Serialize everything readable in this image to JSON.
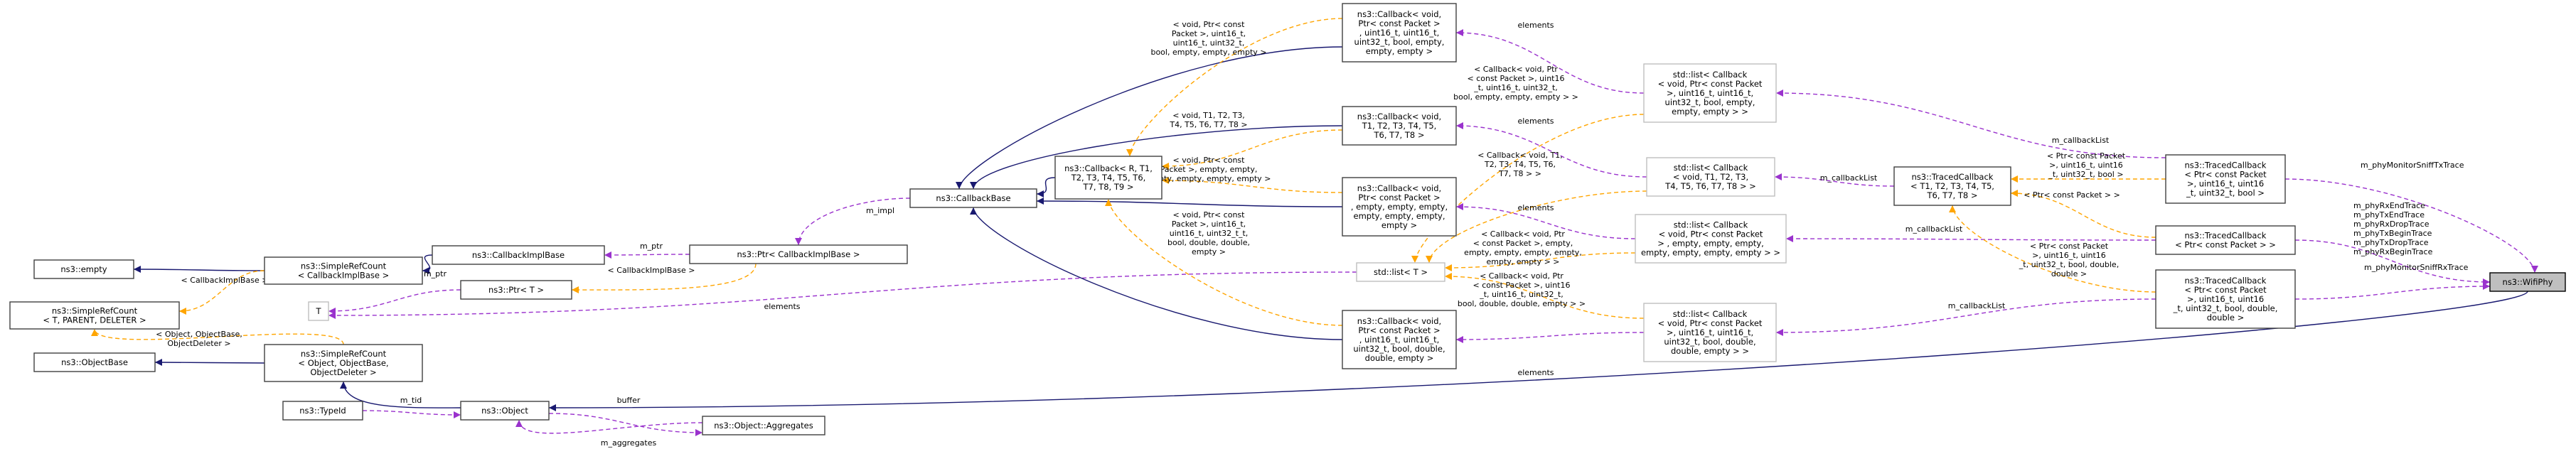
{
  "nodes": {
    "empty": [
      "ns3::empty"
    ],
    "srcDel": [
      "ns3::SimpleRefCount",
      "< T, PARENT, DELETER >"
    ],
    "objBase": [
      "ns3::ObjectBase"
    ],
    "srcImpl": [
      "ns3::SimpleRefCount",
      "< CallbackImplBase >"
    ],
    "cbImplBase": [
      "ns3::CallbackImplBase"
    ],
    "ptrImpl": [
      "ns3::Ptr< CallbackImplBase >"
    ],
    "ptrT": [
      "ns3::Ptr< T >"
    ],
    "T": [
      "T"
    ],
    "srcObj": [
      "ns3::SimpleRefCount",
      "< Object, ObjectBase,",
      "ObjectDeleter >"
    ],
    "typeId": [
      "ns3::TypeId"
    ],
    "object": [
      "ns3::Object"
    ],
    "aggregates": [
      "ns3::Object::Aggregates"
    ],
    "cbBase": [
      "ns3::CallbackBase"
    ],
    "cbR": [
      "ns3::Callback< R, T1,",
      "T2, T3, T4, T5, T6,",
      "T7, T8, T9 >"
    ],
    "cbTop": [
      "ns3::Callback< void,",
      "Ptr< const Packet >",
      ", uint16_t, uint16_t,",
      "uint32_t, bool, empty,",
      "empty, empty >"
    ],
    "cbT1": [
      "ns3::Callback< void,",
      "T1, T2, T3, T4, T5,",
      "T6, T7, T8 >"
    ],
    "cbEmpty": [
      "ns3::Callback< void,",
      "Ptr< const Packet >",
      ", empty, empty, empty,",
      "empty, empty, empty,",
      "empty >"
    ],
    "cbDouble": [
      "ns3::Callback< void,",
      "Ptr< const Packet >",
      ", uint16_t, uint16_t,",
      "uint32_t, bool, double,",
      "double, empty >"
    ],
    "listT": [
      "std::list< T >"
    ],
    "list1": [
      "std::list< Callback",
      "< void, Ptr< const Packet",
      ">, uint16_t, uint16_t,",
      "uint32_t, bool, empty,",
      "empty, empty > >"
    ],
    "list2": [
      "std::list< Callback",
      "< void, T1, T2, T3,",
      "T4, T5, T6, T7, T8 > >"
    ],
    "list3": [
      "std::list< Callback",
      "< void, Ptr< const Packet",
      "> , empty, empty, empty,",
      "empty, empty, empty, empty > >"
    ],
    "list4": [
      "std::list< Callback",
      "< void, Ptr< const Packet",
      ">, uint16_t, uint16_t,",
      "uint32_t, bool, double,",
      "double, empty > >"
    ],
    "tcT": [
      "ns3::TracedCallback",
      "< T1, T2, T3, T4, T5,",
      "T6, T7, T8 >"
    ],
    "tcTx": [
      "ns3::TracedCallback",
      "< Ptr< const Packet",
      ">, uint16_t, uint16",
      "_t, uint32_t, bool >"
    ],
    "tcPkt": [
      "ns3::TracedCallback",
      "< Ptr< const Packet > >"
    ],
    "tcRx": [
      "ns3::TracedCallback",
      "< Ptr< const Packet",
      ">, uint16_t, uint16",
      "_t, uint32_t, bool, double,",
      "double >"
    ],
    "wifiPhy": [
      "ns3::WifiPhy"
    ]
  },
  "labels": {
    "cbImplBaseTmpl": [
      "< CallbackImplBase >"
    ],
    "mPtr": [
      "m_ptr"
    ],
    "cbImplBaseTmpl2": [
      "< CallbackImplBase >"
    ],
    "mPtr2": [
      "m_ptr"
    ],
    "objTmpl": [
      "< Object, ObjectBase,",
      "ObjectDeleter >"
    ],
    "mTid": [
      "m_tid"
    ],
    "buffer": [
      "buffer"
    ],
    "mAggregates": [
      "m_aggregates"
    ],
    "mImpl": [
      "m_impl"
    ],
    "elementsT": [
      "elements"
    ],
    "tmplTop": [
      "< void, Ptr< const",
      "Packet >, uint16_t,",
      "uint16_t, uint32_t,",
      "bool, empty, empty, empty >"
    ],
    "tmplT1": [
      "< void, T1, T2, T3,",
      "T4, T5, T6, T7, T8 >"
    ],
    "tmplEmpty": [
      "< void, Ptr< const",
      "Packet >, empty, empty,",
      "empty, empty, empty, empty >"
    ],
    "tmplDouble": [
      "< void, Ptr< const",
      "Packet >, uint16_t,",
      "uint16_t, uint32_t_t,",
      "bool, double, double,",
      "empty >"
    ],
    "elements1": [
      "elements"
    ],
    "elements2": [
      "elements"
    ],
    "elements3": [
      "elements"
    ],
    "elements4": [
      "elements"
    ],
    "lt1": [
      "< Callback< void, Ptr",
      "< const Packet >, uint16",
      "_t, uint16_t, uint32_t,",
      "bool, empty, empty, empty > >"
    ],
    "lt2": [
      "< Callback< void, T1,",
      "T2, T3, T4, T5, T6,",
      "T7, T8 > >"
    ],
    "lt3": [
      "< Callback< void, Ptr",
      "< const Packet >, empty,",
      "empty, empty, empty, empty,",
      "empty, empty > >"
    ],
    "lt4": [
      "< Callback< void, Ptr",
      "< const Packet >, uint16",
      "_t, uint16_t, uint32_t,",
      "bool, double, double, empty > >"
    ],
    "cl1": [
      "m_callbackList"
    ],
    "cl2": [
      "m_callbackList"
    ],
    "cl3": [
      "m_callbackList"
    ],
    "cl4": [
      "m_callbackList"
    ],
    "tcTmplTx": [
      "< Ptr< const Packet",
      ">, uint16_t, uint16",
      "_t, uint32_t, bool >"
    ],
    "tcTmplPkt": [
      "< Ptr< const Packet > >"
    ],
    "tcTmplRx": [
      "< Ptr< const Packet",
      ">, uint16_t, uint16",
      "_t, uint32_t, bool, double,",
      "double >"
    ],
    "snifferTx": [
      "m_phyMonitorSniffTxTrace"
    ],
    "pktTraces": [
      "m_phyRxEndTrace",
      "m_phyTxEndTrace",
      "m_phyRxDropTrace",
      "m_phyTxBeginTrace",
      "m_phyTxDropTrace",
      "m_phyRxBeginTrace"
    ],
    "snifferRx": [
      "m_phyMonitorSniffRxTrace"
    ]
  }
}
